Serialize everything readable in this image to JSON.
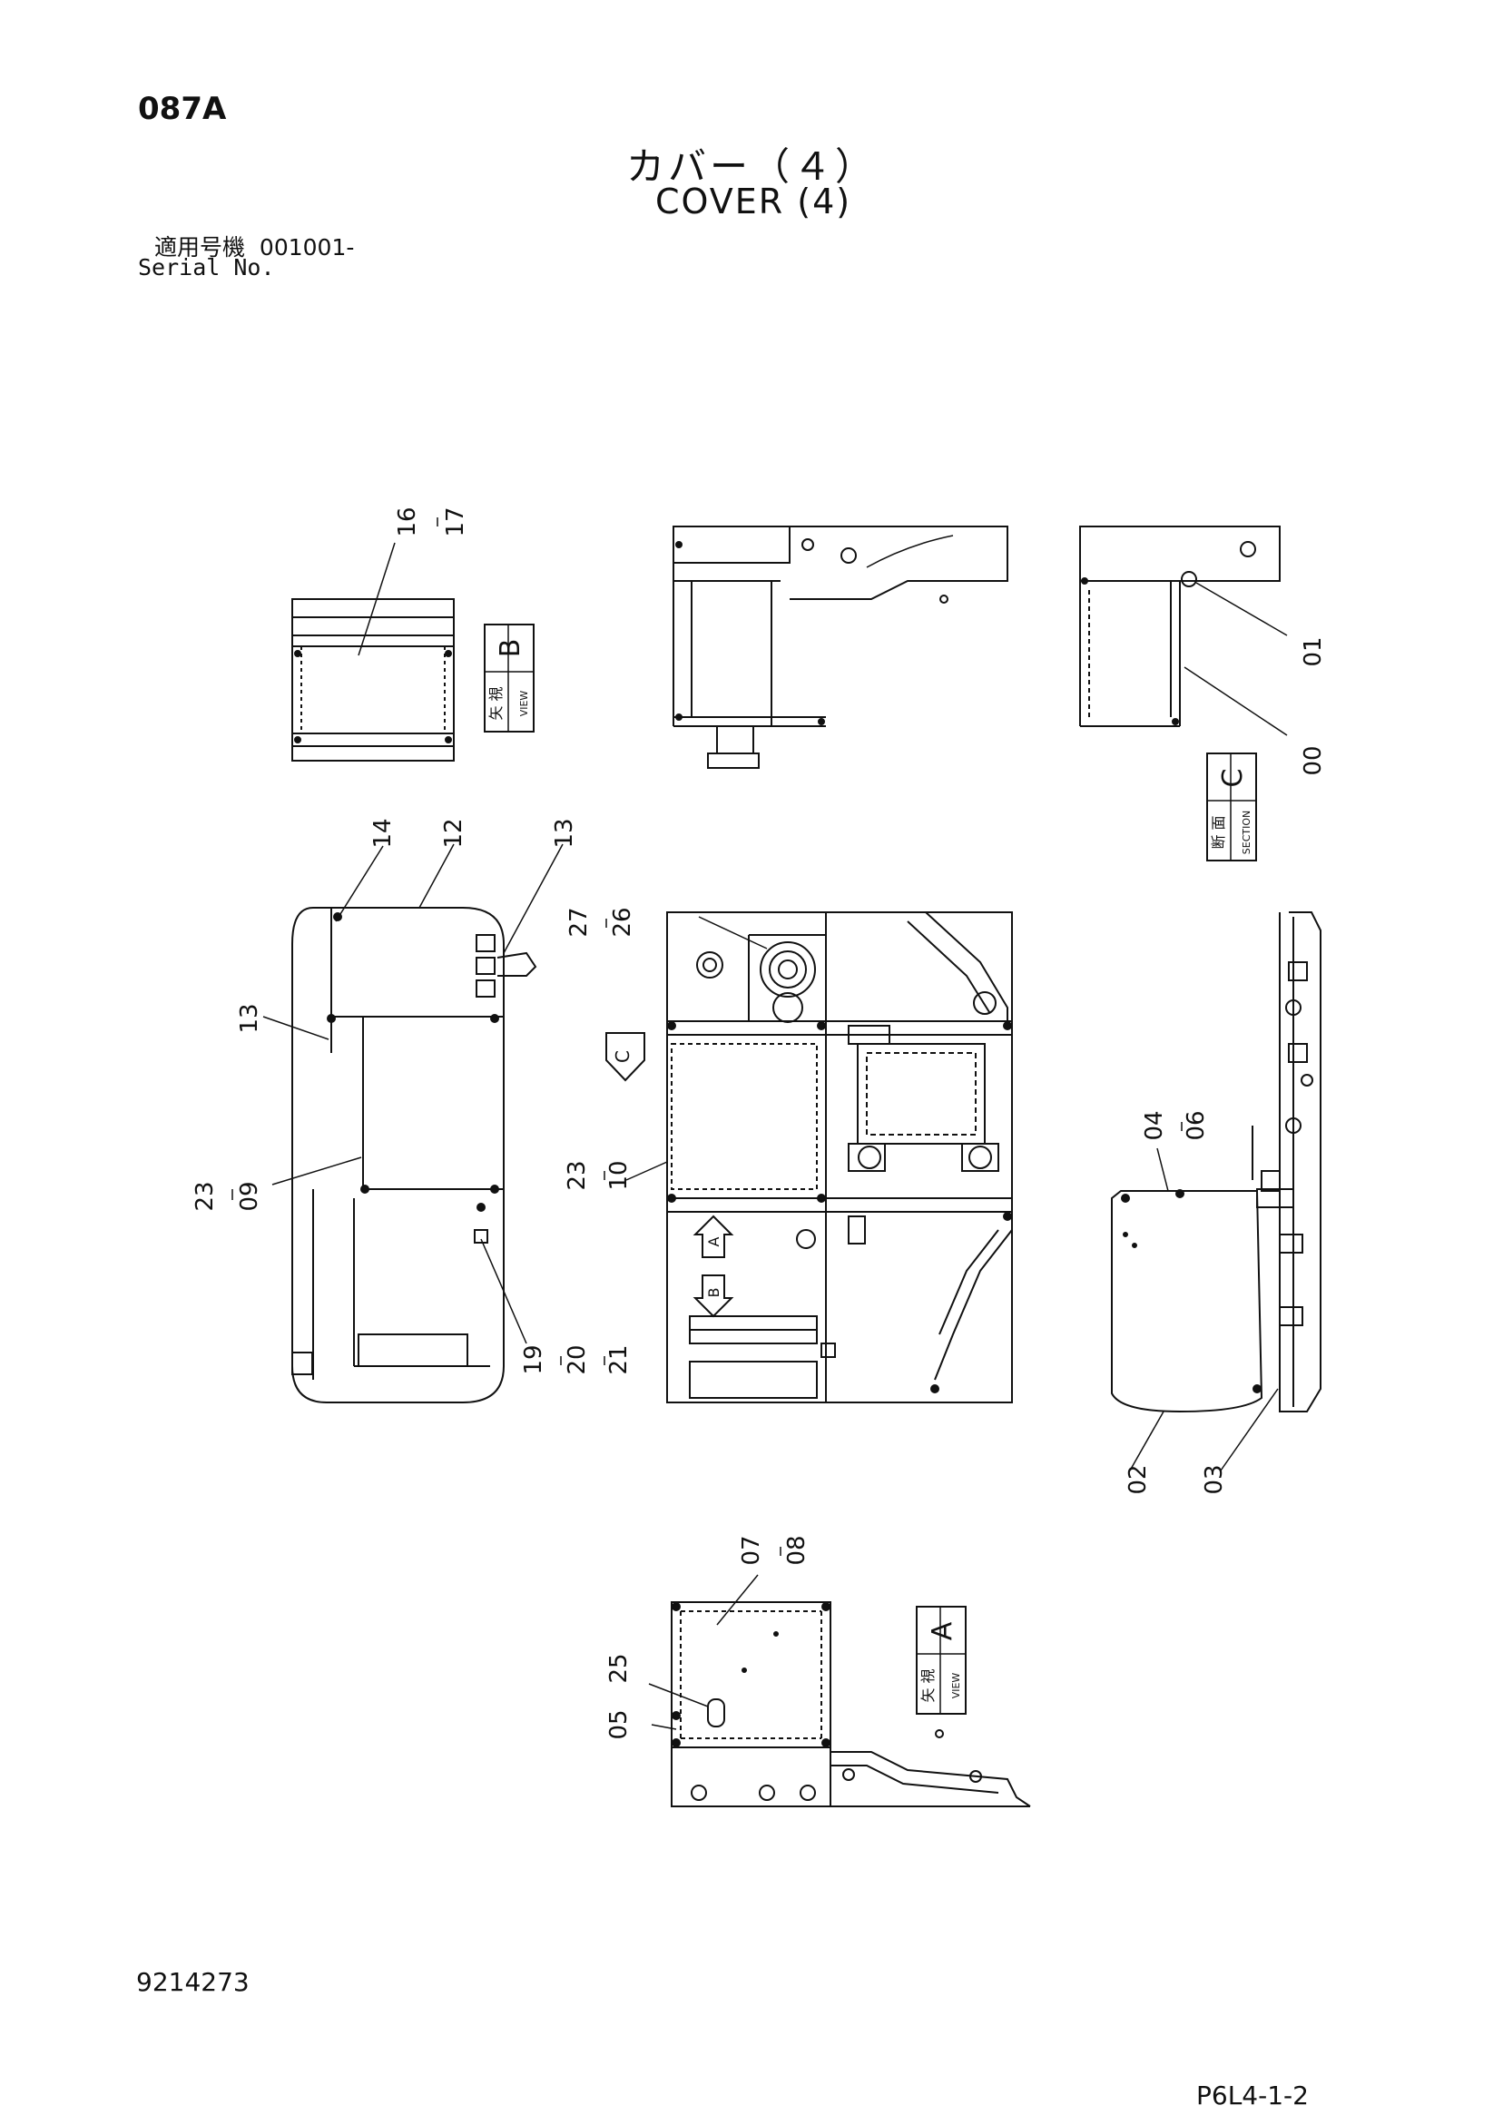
{
  "header": {
    "page_code": "087A",
    "title_jp": "カバー（４）",
    "title_en": "COVER (4)",
    "serial_label_jp": "適用号機",
    "serial_value": "001001-",
    "serial_label_en": "Serial No."
  },
  "footer": {
    "doc_number": "9214273",
    "ref_code": "P6L4-1-2"
  },
  "view_labels": {
    "view_b": {
      "letter": "B",
      "jp": "矢 視",
      "en": "VIEW"
    },
    "view_a": {
      "letter": "A",
      "jp": "矢 視",
      "en": "VIEW"
    },
    "section_c": {
      "letter": "C",
      "jp": "断 面",
      "en": "SECTION"
    },
    "arrow_c": "C",
    "arrow_a": "A",
    "arrow_b": "B"
  },
  "part_callouts": [
    "16",
    "17",
    "14",
    "12",
    "13",
    "13",
    "23",
    "09",
    "19",
    "20",
    "21",
    "27",
    "26",
    "23",
    "10",
    "01",
    "00",
    "04",
    "06",
    "02",
    "03",
    "07",
    "08",
    "25",
    "05"
  ]
}
